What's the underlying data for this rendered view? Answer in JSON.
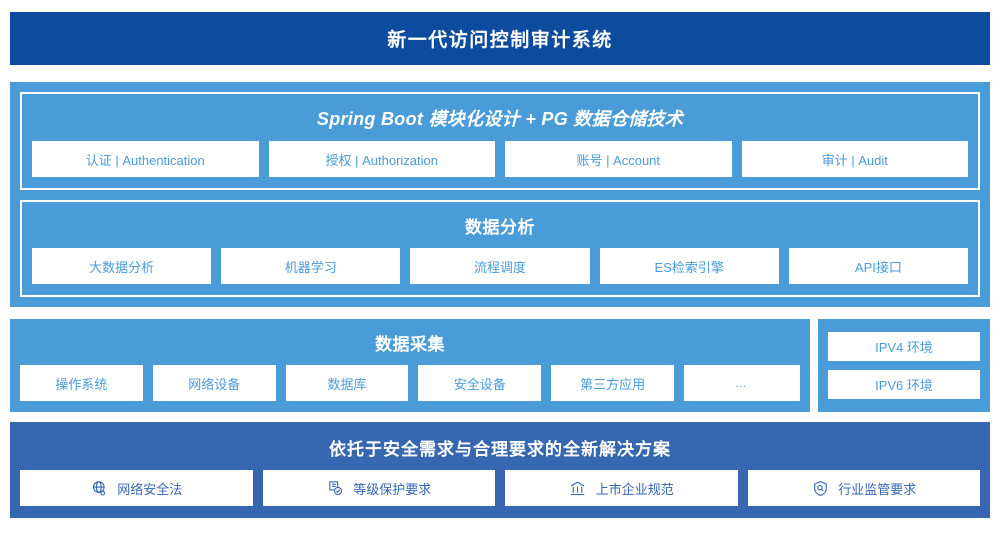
{
  "header": {
    "title": "新一代访问控制审计系统"
  },
  "colors": {
    "header_bg": "#0d4b9e",
    "panel_bg": "#4a9cd8",
    "banner_bg": "#3767b0",
    "card_bg": "#ffffff",
    "card_text": "#4a9cd8",
    "banner_card_text": "#3767b0"
  },
  "platform": {
    "title": "Spring Boot 模块化设计 + PG 数据仓储技术",
    "cards": [
      {
        "label": "认证 | Authentication"
      },
      {
        "label": "授权 | Authorization"
      },
      {
        "label": "账号 | Account"
      },
      {
        "label": "审计 | Audit"
      }
    ]
  },
  "analysis": {
    "title": "数据分析",
    "cards": [
      {
        "label": "大数据分析"
      },
      {
        "label": "机器学习"
      },
      {
        "label": "流程调度"
      },
      {
        "label": "ES检索引擎"
      },
      {
        "label": "API接口"
      }
    ]
  },
  "collection": {
    "title": "数据采集",
    "cards": [
      {
        "label": "操作系统"
      },
      {
        "label": "网络设备"
      },
      {
        "label": "数据库"
      },
      {
        "label": "安全设备"
      },
      {
        "label": "第三方应用"
      },
      {
        "label": "…"
      }
    ],
    "environments": [
      {
        "label": "IPV4 环境"
      },
      {
        "label": "IPV6 环境"
      }
    ]
  },
  "compliance": {
    "title": "依托于安全需求与合理要求的全新解决方案",
    "cards": [
      {
        "label": "网络安全法",
        "icon": "globe-icon"
      },
      {
        "label": "等级保护要求",
        "icon": "document-check-icon"
      },
      {
        "label": "上市企业规范",
        "icon": "bank-icon"
      },
      {
        "label": "行业监管要求",
        "icon": "shield-search-icon"
      }
    ]
  }
}
